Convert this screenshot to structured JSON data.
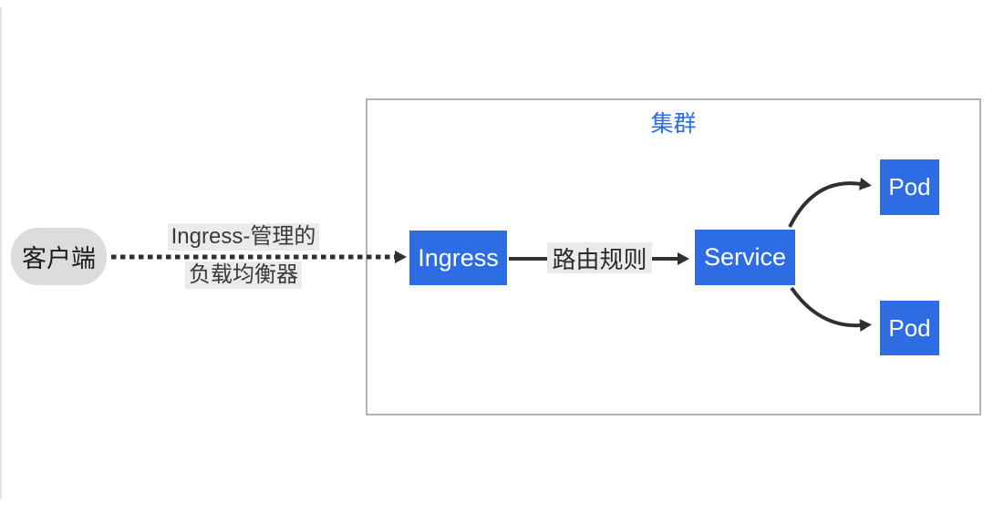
{
  "diagram": {
    "cluster": {
      "label": "集群"
    },
    "nodes": {
      "client": {
        "label": "客户端",
        "shape": "pill"
      },
      "ingress": {
        "label": "Ingress",
        "shape": "rect"
      },
      "service": {
        "label": "Service",
        "shape": "rect"
      },
      "pods": [
        {
          "label": "Pod",
          "shape": "rect"
        },
        {
          "label": "Pod",
          "shape": "rect"
        }
      ]
    },
    "edges": {
      "client_to_ingress": {
        "style": "dotted",
        "label_lines": [
          "Ingress-管理的",
          "负载均衡器"
        ]
      },
      "ingress_to_service": {
        "style": "solid",
        "label": "路由规则"
      },
      "service_to_pod_top": {
        "style": "curved"
      },
      "service_to_pod_bottom": {
        "style": "curved"
      }
    },
    "colors": {
      "node_blue": "#2e6ce4",
      "node_text": "#ffffff",
      "client_fill": "#dcdcdc",
      "client_text": "#1c1c1c",
      "label_bg": "#ebebeb",
      "label_text": "#3a3a3a",
      "arrow": "#303030",
      "cluster_border": "#b4b4b4",
      "cluster_label": "#2e6ce4"
    }
  }
}
